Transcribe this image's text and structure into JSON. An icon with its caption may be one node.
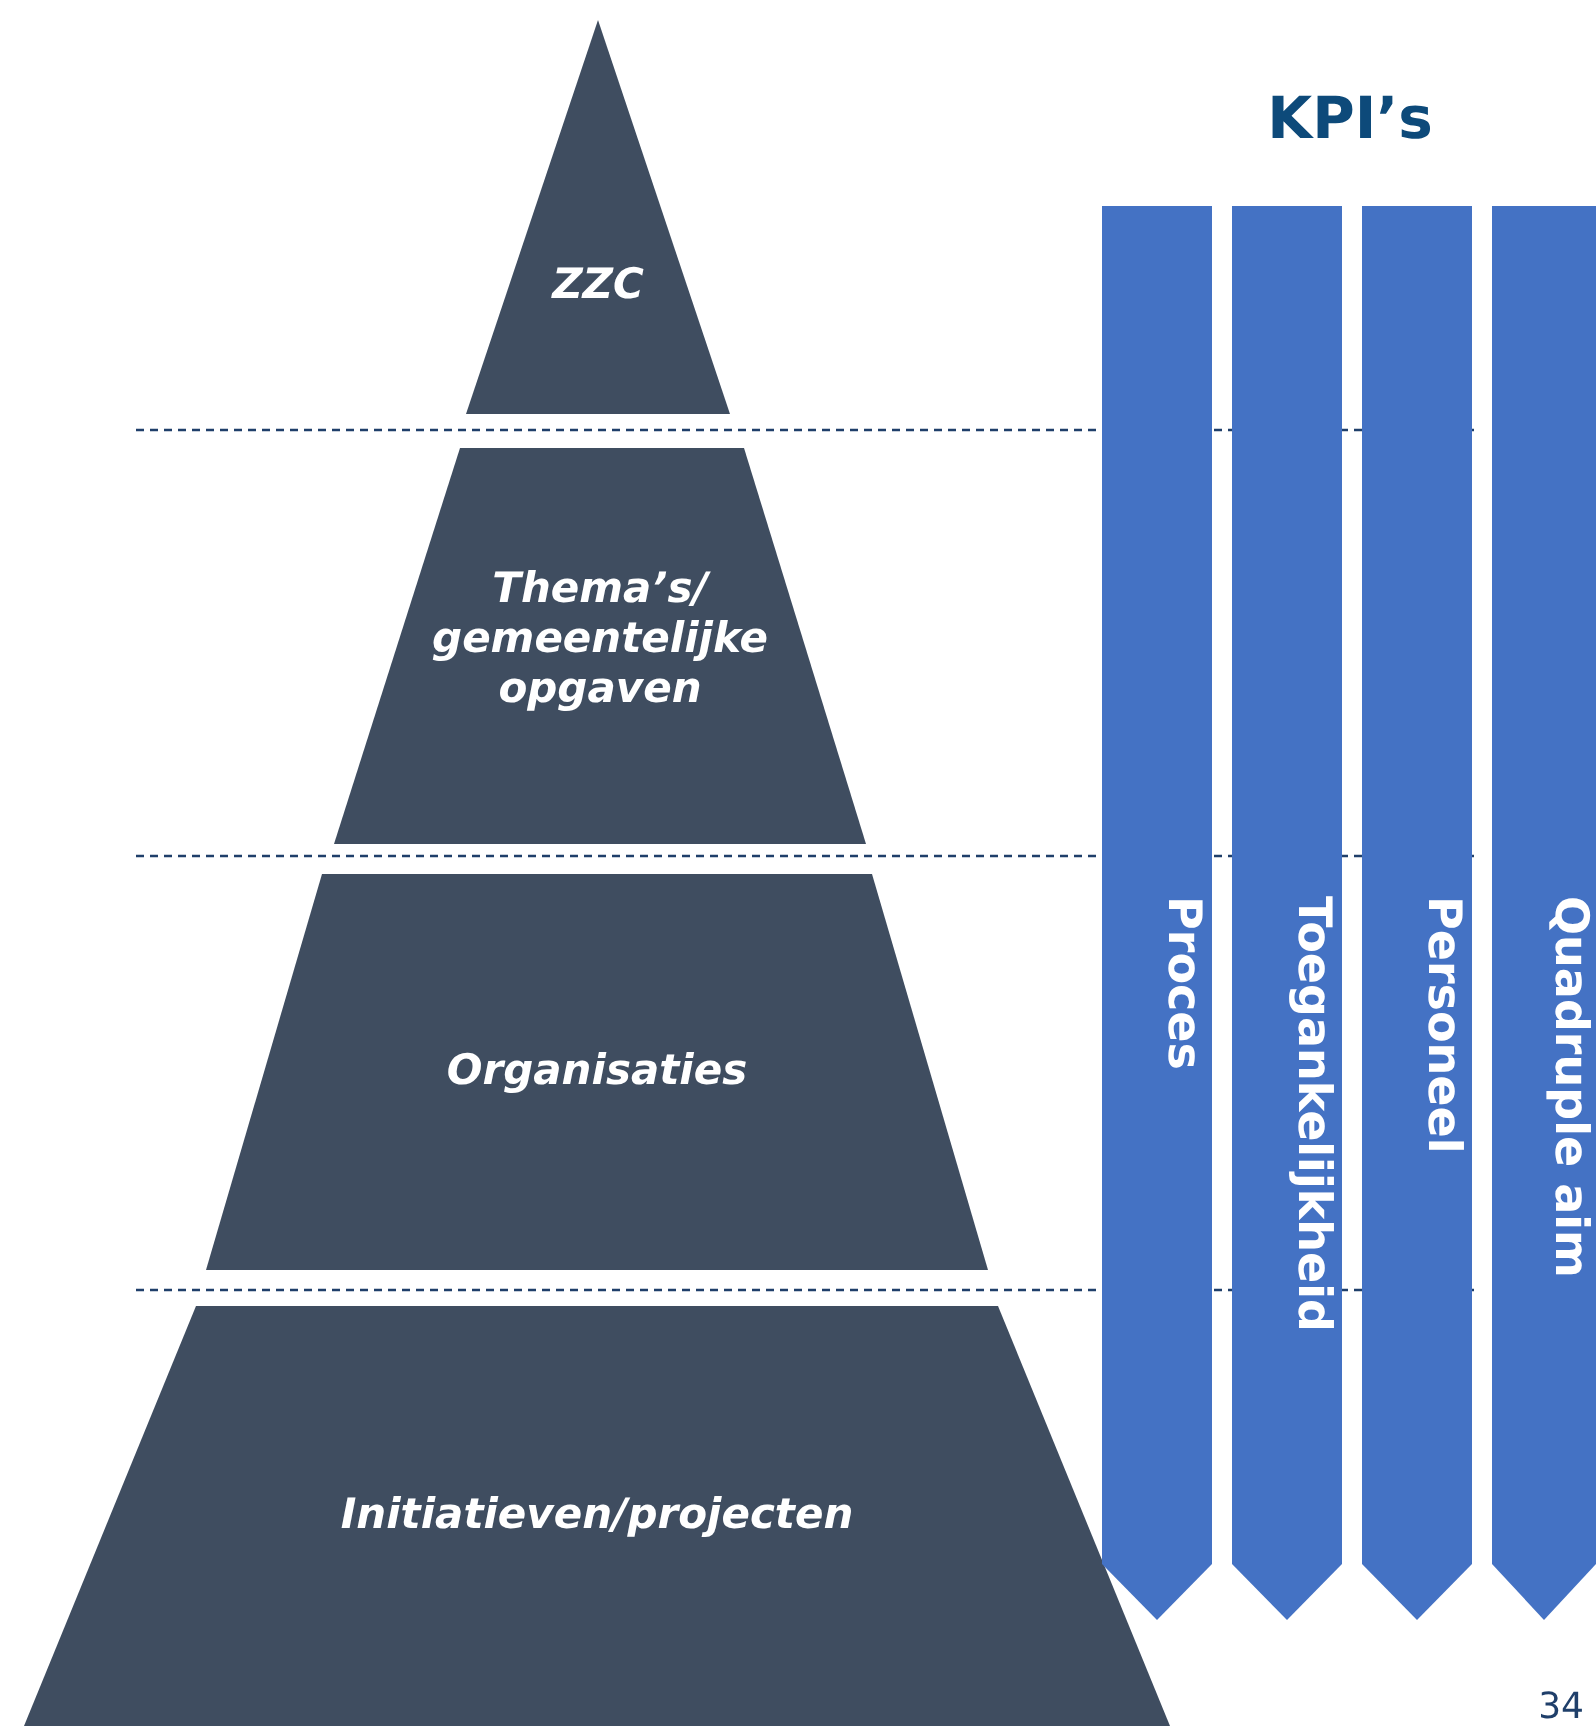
{
  "diagram": {
    "nodes": [
      {
        "text": [
          "ZZC"
        ]
      },
      {
        "text": [
          "Thema’s/ gemeentelijke opgaven"
        ]
      },
      {
        "text": [
          "Organisaties"
        ]
      },
      {
        "text": [
          "Initiatieven/projecten"
        ]
      },
      {
        "text": [
          "Proces"
        ]
      },
      {
        "text": [
          "Toegankelijkheid"
        ]
      },
      {
        "text": [
          "Personeel"
        ]
      },
      {
        "text": [
          "Quadruple aim"
        ]
      }
    ],
    "edges": [],
    "labels": [
      "KPI’s",
      "34"
    ]
  }
}
